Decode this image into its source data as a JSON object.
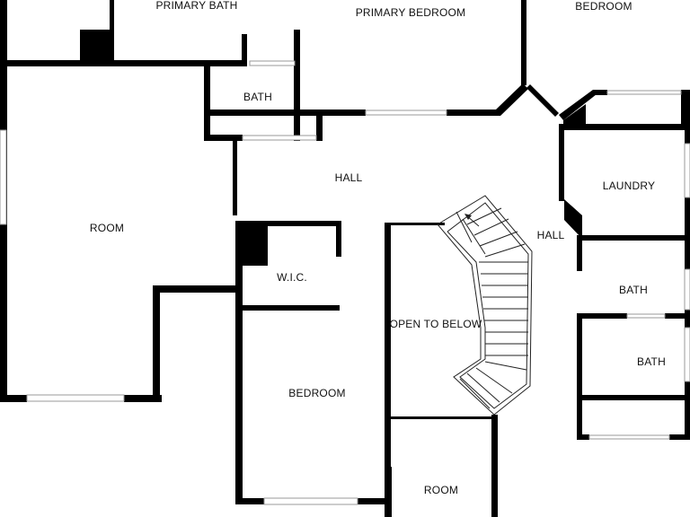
{
  "rooms": {
    "primary_bath": "PRIMARY BATH",
    "primary_bedroom": "PRIMARY BEDROOM",
    "bedroom_top": "BEDROOM",
    "bath_upper": "BATH",
    "hall_main": "HALL",
    "room_left": "ROOM",
    "laundry": "LAUNDRY",
    "hall_right": "HALL",
    "wic": "W.I.C.",
    "open_to_below": "OPEN TO BELOW",
    "bath_right_1": "BATH",
    "bath_right_2": "BATH",
    "bedroom_bottom": "BEDROOM",
    "room_bottom": "ROOM"
  },
  "colors": {
    "wall": "#000000",
    "background": "#ffffff",
    "window": "#9a9a9a"
  }
}
